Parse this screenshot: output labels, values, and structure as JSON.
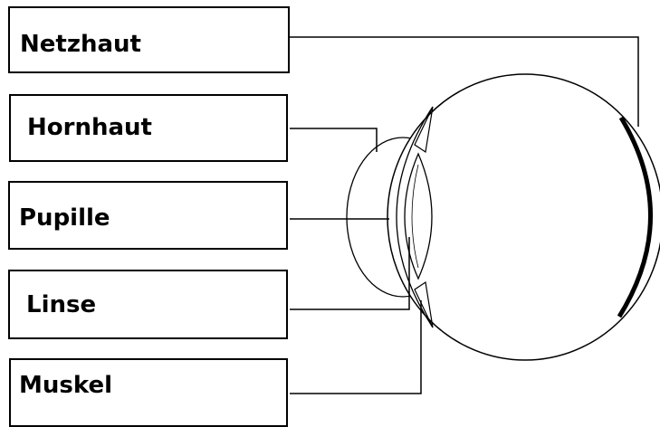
{
  "labels": {
    "retina": "Netzhaut",
    "cornea": "Hornhaut",
    "pupil": "Pupille",
    "lens": "Linse",
    "muscle": "Muskel"
  },
  "colors": {
    "stroke": "#000000",
    "faint": "#e6e6e6",
    "background": "#ffffff"
  }
}
